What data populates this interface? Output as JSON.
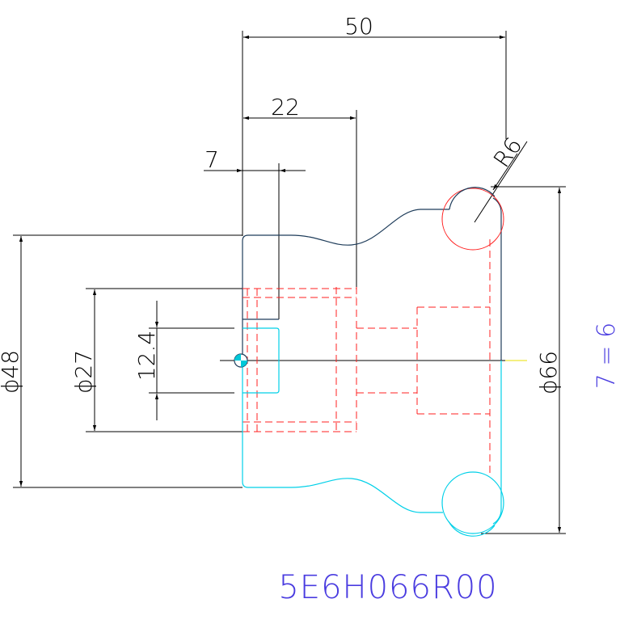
{
  "drawing": {
    "part_code": "5E6H066R00",
    "side_note": "7 = 6",
    "dimensions": {
      "overall_length": "50",
      "hub_length": "22",
      "step": "7",
      "radius": "R6",
      "dia_outer": "ϕ66",
      "dia_48": "ϕ48",
      "dia_27": "ϕ27",
      "bore": "12.4"
    },
    "colors": {
      "outline": "#1e3c5a",
      "hidden": "#ff2020",
      "mirror": "#00d0e8",
      "centerline": "#e8e000",
      "dimension": "#000000",
      "label": "#4a3ce0"
    }
  }
}
